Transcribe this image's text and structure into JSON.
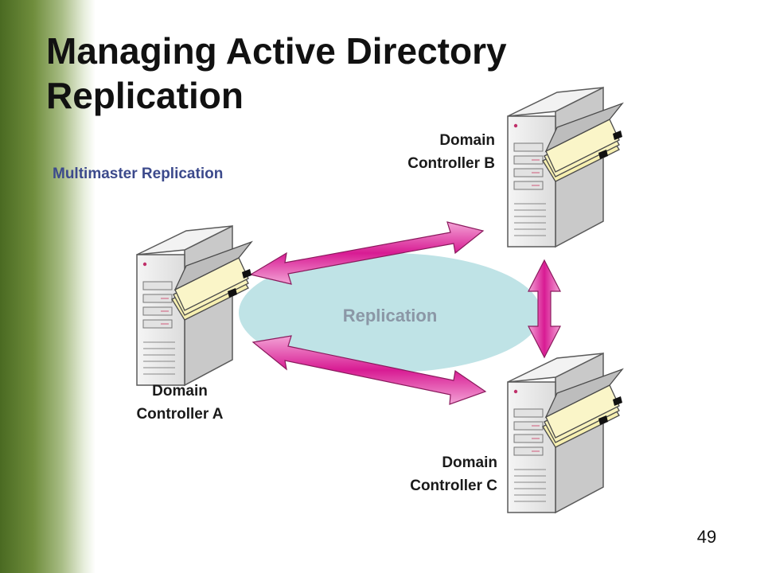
{
  "slide": {
    "title_line1": "Managing Active Directory",
    "title_line2": "Replication",
    "subtitle": "Multimaster Replication",
    "center_label": "Replication",
    "page_number": "49"
  },
  "servers": {
    "a": {
      "line1": "Domain",
      "line2": "Controller A"
    },
    "b": {
      "line1": "Domain",
      "line2": "Controller B"
    },
    "c": {
      "line1": "Domain",
      "line2": "Controller C"
    }
  },
  "colors": {
    "side_band": "#5f7d2e",
    "subtitle": "#3c4a8c",
    "arrow": "#d81b93",
    "cloud": "#bfe3e6",
    "server_body": "#e9e9e9",
    "folder": "#f3eda6"
  },
  "icons": [
    "server-icon",
    "folder-icon",
    "replication-arrow-icon"
  ]
}
